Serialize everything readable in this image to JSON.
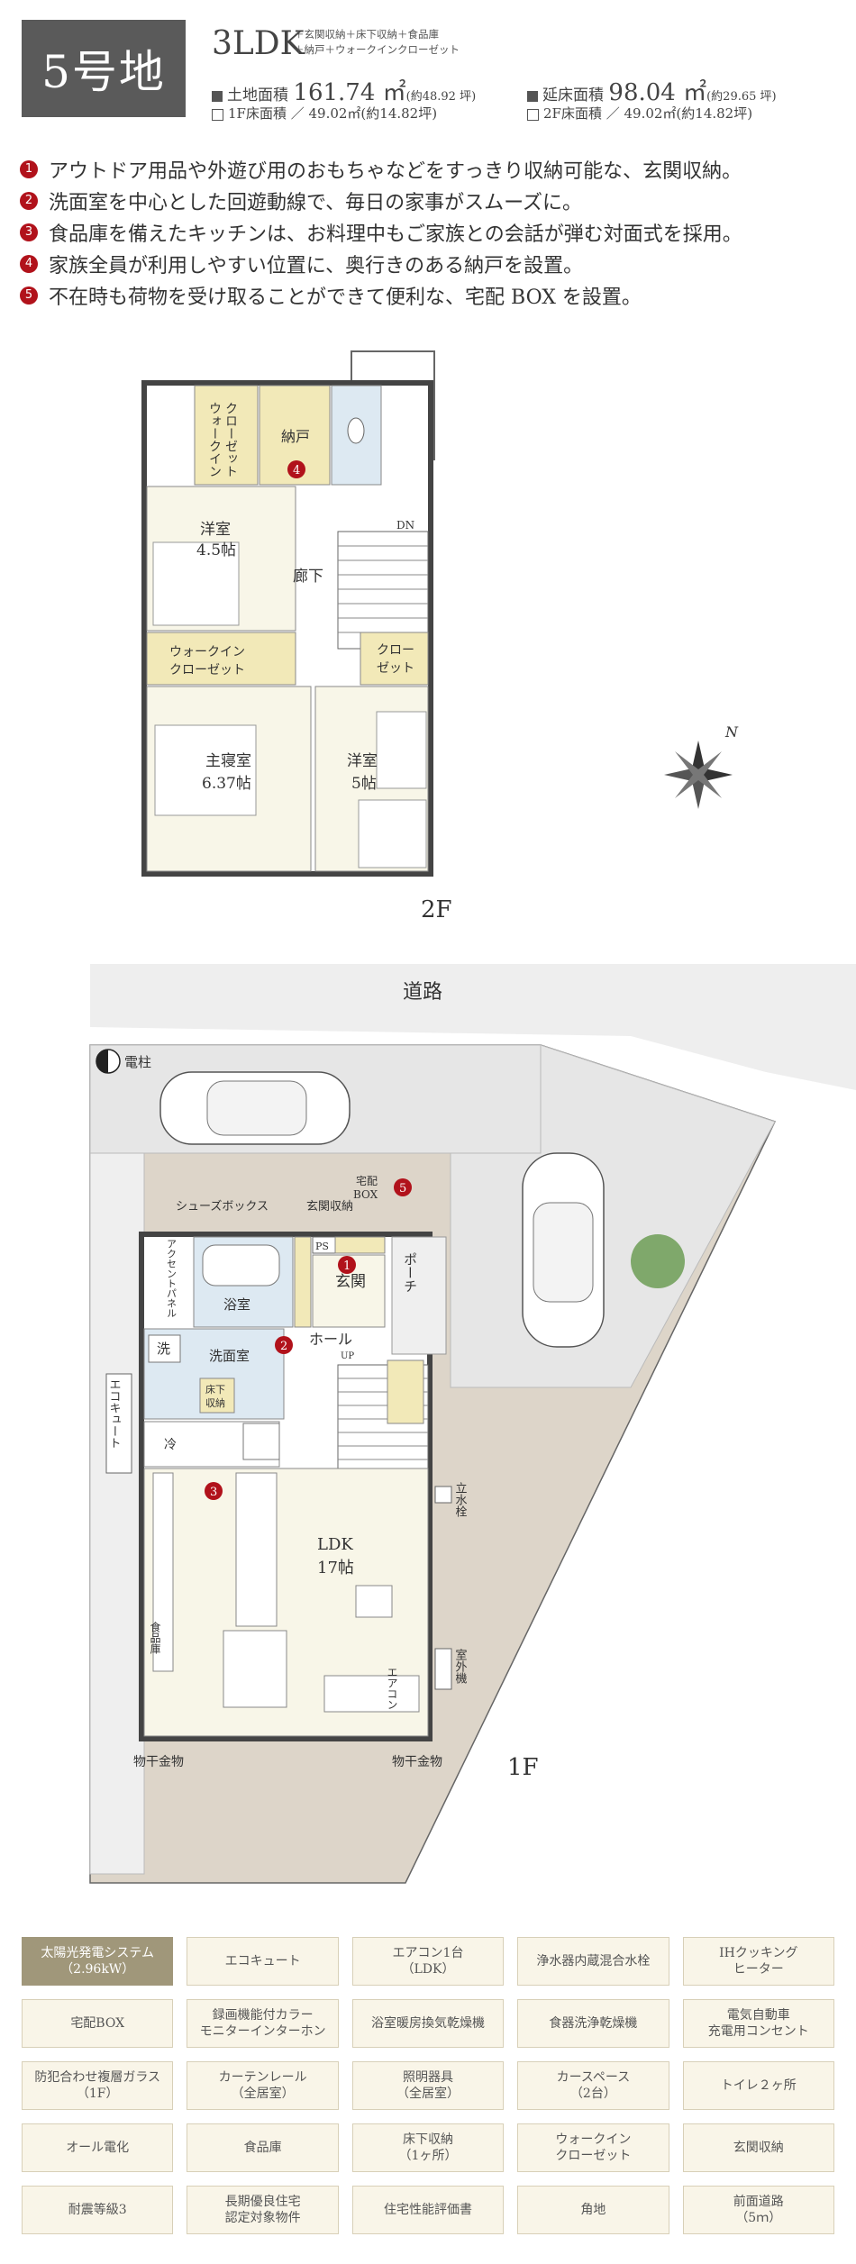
{
  "header": {
    "lot_label": "5号地",
    "layout": "3LDK",
    "layout_features": "＋玄関収納＋床下収納＋食品庫\n＋納戸＋ウォークインクローゼット",
    "land_area_label": "土地面積",
    "land_area_value": "161.74 ㎡",
    "land_area_tsubo": "(約48.92 坪)",
    "total_floor_label": "延床面積",
    "total_floor_value": "98.04 ㎡",
    "total_floor_tsubo": "(約29.65 坪)",
    "floor1_area": "1F床面積 ／ 49.02㎡(約14.82坪)",
    "floor2_area": "2F床面積 ／ 49.02㎡(約14.82坪)"
  },
  "points": [
    {
      "num": "1",
      "text": "アウトドア用品や外遊び用のおもちゃなどをすっきり収納可能な、玄関収納。"
    },
    {
      "num": "2",
      "text": "洗面室を中心とした回遊動線で、毎日の家事がスムーズに。"
    },
    {
      "num": "3",
      "text": "食品庫を備えたキッチンは、お料理中もご家族との会話が弾む対面式を採用。"
    },
    {
      "num": "4",
      "text": "家族全員が利用しやすい位置に、奥行きのある納戸を設置。"
    },
    {
      "num": "5",
      "text": "不在時も荷物を受け取ることができて便利な、宅配 BOX を設置。"
    }
  ],
  "plan2f": {
    "floor_label": "2F",
    "wic1": "ウォークイン\nクローゼット",
    "nando": "納戸",
    "youshitsu1": "洋室",
    "youshitsu1_size": "4.5帖",
    "rouka": "廊下",
    "dn": "DN",
    "wic2": "ウォークイン\nクローゼット",
    "closet": "クロー\nゼット",
    "master": "主寝室",
    "master_size": "6.37帖",
    "youshitsu2": "洋室",
    "youshitsu2_size": "5帖",
    "compass": "N",
    "marker": "4"
  },
  "plan1f": {
    "floor_label": "1F",
    "road": "道路",
    "pole": "電柱",
    "shoes_box": "シューズボックス",
    "entrance_storage": "玄関収納",
    "delivery_box": "宅配\nBOX",
    "accent_panel": "アクセントパネル",
    "bath": "浴室",
    "ps": "PS",
    "genkan": "玄関",
    "porch": "ポーチ",
    "sen": "洗",
    "senmen": "洗面室",
    "hall": "ホール",
    "up": "UP",
    "yukashita": "床下\n収納",
    "ecocute": "エコキュート",
    "rei": "冷",
    "tachisuisen": "立水栓",
    "ldk": "LDK",
    "ldk_size": "17帖",
    "shokuhinko": "食品庫",
    "aircon": "エアコン",
    "outdoor_unit": "室外機",
    "monohoshi_left": "物干金物",
    "monohoshi_right": "物干金物",
    "m1": "1",
    "m2": "2",
    "m3": "3",
    "m5": "5"
  },
  "equipment": [
    {
      "label": "太陽光発電システム\n（2.96kW）",
      "highlight": true
    },
    {
      "label": "エコキュート",
      "highlight": false
    },
    {
      "label": "エアコン1台\n（LDK）",
      "highlight": false
    },
    {
      "label": "浄水器内蔵混合水栓",
      "highlight": false
    },
    {
      "label": "IHクッキング\nヒーター",
      "highlight": false
    },
    {
      "label": "宅配BOX",
      "highlight": false
    },
    {
      "label": "録画機能付カラー\nモニターインターホン",
      "highlight": false
    },
    {
      "label": "浴室暖房換気乾燥機",
      "highlight": false
    },
    {
      "label": "食器洗浄乾燥機",
      "highlight": false
    },
    {
      "label": "電気自動車\n充電用コンセント",
      "highlight": false
    },
    {
      "label": "防犯合わせ複層ガラス\n（1F）",
      "highlight": false
    },
    {
      "label": "カーテンレール\n（全居室）",
      "highlight": false
    },
    {
      "label": "照明器具\n（全居室）",
      "highlight": false
    },
    {
      "label": "カースペース\n（2台）",
      "highlight": false
    },
    {
      "label": "トイレ２ヶ所",
      "highlight": false
    },
    {
      "label": "オール電化",
      "highlight": false
    },
    {
      "label": "食品庫",
      "highlight": false
    },
    {
      "label": "床下収納\n（1ヶ所）",
      "highlight": false
    },
    {
      "label": "ウォークイン\nクローゼット",
      "highlight": false
    },
    {
      "label": "玄関収納",
      "highlight": false
    },
    {
      "label": "耐震等級3",
      "highlight": false
    },
    {
      "label": "長期優良住宅\n認定対象物件",
      "highlight": false
    },
    {
      "label": "住宅性能評価書",
      "highlight": false
    },
    {
      "label": "角地",
      "highlight": false
    },
    {
      "label": "前面道路\n（5ｍ）",
      "highlight": false
    }
  ],
  "colors": {
    "accent_red": "#b1121b",
    "lot_box": "#5a5a5a",
    "closet_yellow": "#f2e9b8",
    "room_cream": "#f8f6e8",
    "bath_blue": "#dde9f2",
    "site_beige": "#ddd5c9"
  }
}
